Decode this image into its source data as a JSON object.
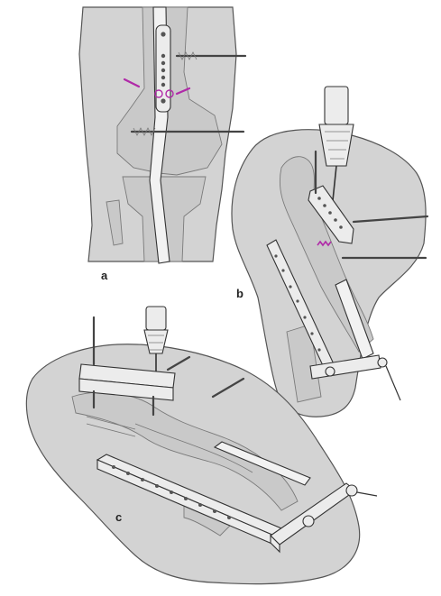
{
  "figure": {
    "panels": [
      {
        "id": "a",
        "label": "a"
      },
      {
        "id": "b",
        "label": "b"
      },
      {
        "id": "c",
        "label": "c"
      }
    ],
    "colors": {
      "skin": "#d3d3d3",
      "bone": "#c9c9c9",
      "metal": "#ececec",
      "marker": "#b02aa8",
      "outline": "#333333"
    }
  }
}
